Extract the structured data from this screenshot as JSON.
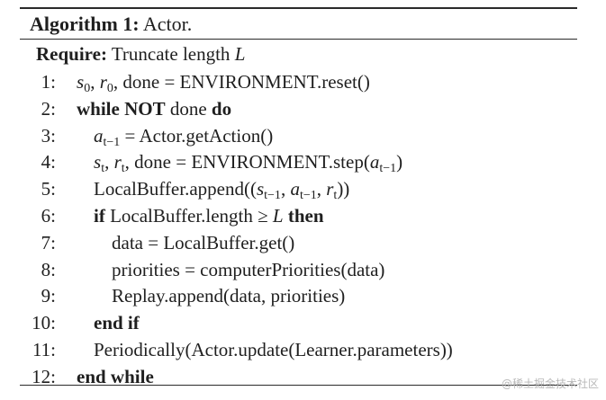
{
  "caption": {
    "label": "Algorithm 1:",
    "title": "Actor."
  },
  "require": {
    "keyword": "Require:",
    "text": "Truncate length L"
  },
  "lines": [
    {
      "num": "1:",
      "text": "s0, r0, done = ENVIRONMENT.reset()"
    },
    {
      "num": "2:",
      "text": "while NOT done do"
    },
    {
      "num": "3:",
      "text": "at−1 = Actor.getAction()"
    },
    {
      "num": "4:",
      "text": "st, rt, done = ENVIRONMENT.step(at−1)"
    },
    {
      "num": "5:",
      "text": "LocalBuffer.append((st−1, at−1, rt))"
    },
    {
      "num": "6:",
      "text": "if LocalBuffer.length ≥ L then"
    },
    {
      "num": "7:",
      "text": "data = LocalBuffer.get()"
    },
    {
      "num": "8:",
      "text": "priorities = computerPriorities(data)"
    },
    {
      "num": "9:",
      "text": "Replay.append(data, priorities)"
    },
    {
      "num": "10:",
      "text": "end if"
    },
    {
      "num": "11:",
      "text": "Periodically(Actor.update(Learner.parameters))"
    },
    {
      "num": "12:",
      "text": "end while"
    }
  ],
  "watermark": "@稀土掘金技术社区"
}
